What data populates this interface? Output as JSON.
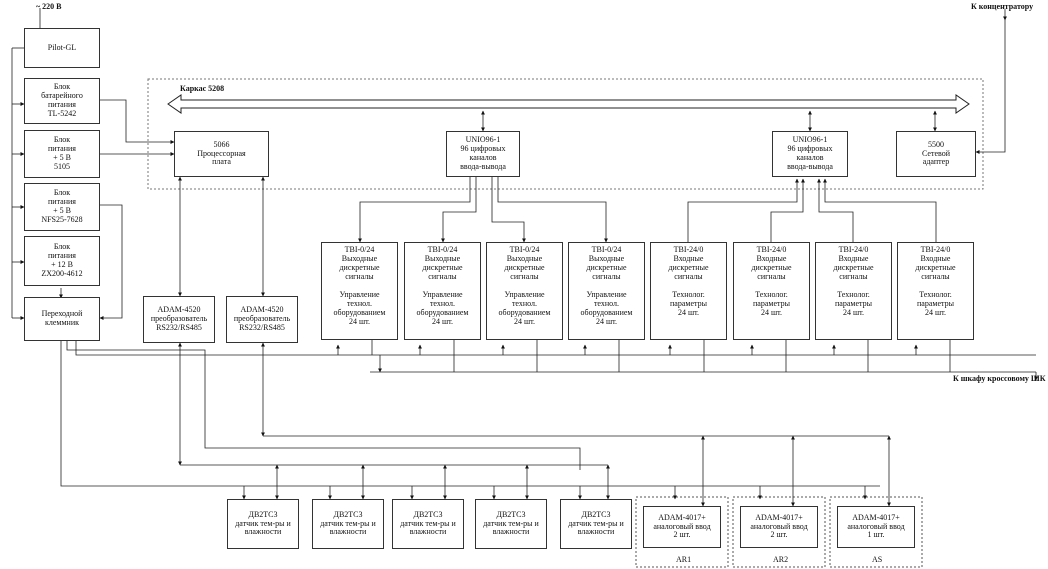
{
  "labels": {
    "power_in": "~ 220 В",
    "to_concentrator": "К концентратору",
    "frame": "Каркас 5208",
    "to_cross_cabinet": "К шкафу кроссовому ШК",
    "ar1": "AR1",
    "ar2": "AR2",
    "as": "AS"
  },
  "blocks": {
    "pilot": [
      "Pilot-GL"
    ],
    "battery": [
      "Блок",
      "батарейного",
      "питания",
      "TL-5242"
    ],
    "psu5105": [
      "Блок",
      "питания",
      "+ 5 В",
      "5105"
    ],
    "psu_nfs": [
      "Блок",
      "питания",
      "+ 5 В",
      "NFS25-7628"
    ],
    "psu12": [
      "Блок",
      "питания",
      "+ 12 В",
      "ZX200-4612"
    ],
    "terminal": [
      "Переходной",
      "клеммник"
    ],
    "cpu5066": [
      "5066",
      "Процессорная",
      "плата"
    ],
    "unio1": [
      "UNIO96-1",
      "96 цифровых",
      "каналов",
      "ввода-вывода"
    ],
    "unio2": [
      "UNIO96-1",
      "96 цифровых",
      "каналов",
      "ввода-вывода"
    ],
    "adapter5500": [
      "5500",
      "Сетевой",
      "адаптер"
    ],
    "adam4520_1": [
      "ADAM-4520",
      "преобразователь",
      "RS232/RS485"
    ],
    "adam4520_2": [
      "ADAM-4520",
      "преобразователь",
      "RS232/RS485"
    ],
    "tbi_out": [
      "TBI-0/24",
      "Выходные",
      "дискретные",
      "сигналы",
      "",
      "Управление",
      "технол.",
      "оборудованием",
      "24 шт."
    ],
    "tbi_in": [
      "TBI-24/0",
      "Входные",
      "дискретные",
      "сигналы",
      "",
      "Технолог.",
      "параметры",
      "24 шт."
    ],
    "dv2ts3": [
      "ДВ2ТС3",
      "датчик тем-ры и",
      "влажности"
    ],
    "adam4017_1": [
      "ADAM-4017+",
      "аналоговый ввод",
      "2 шт."
    ],
    "adam4017_2": [
      "ADAM-4017+",
      "аналоговый ввод",
      "2 шт."
    ],
    "adam4017_3": [
      "ADAM-4017+",
      "аналоговый ввод",
      "1 шт."
    ]
  }
}
